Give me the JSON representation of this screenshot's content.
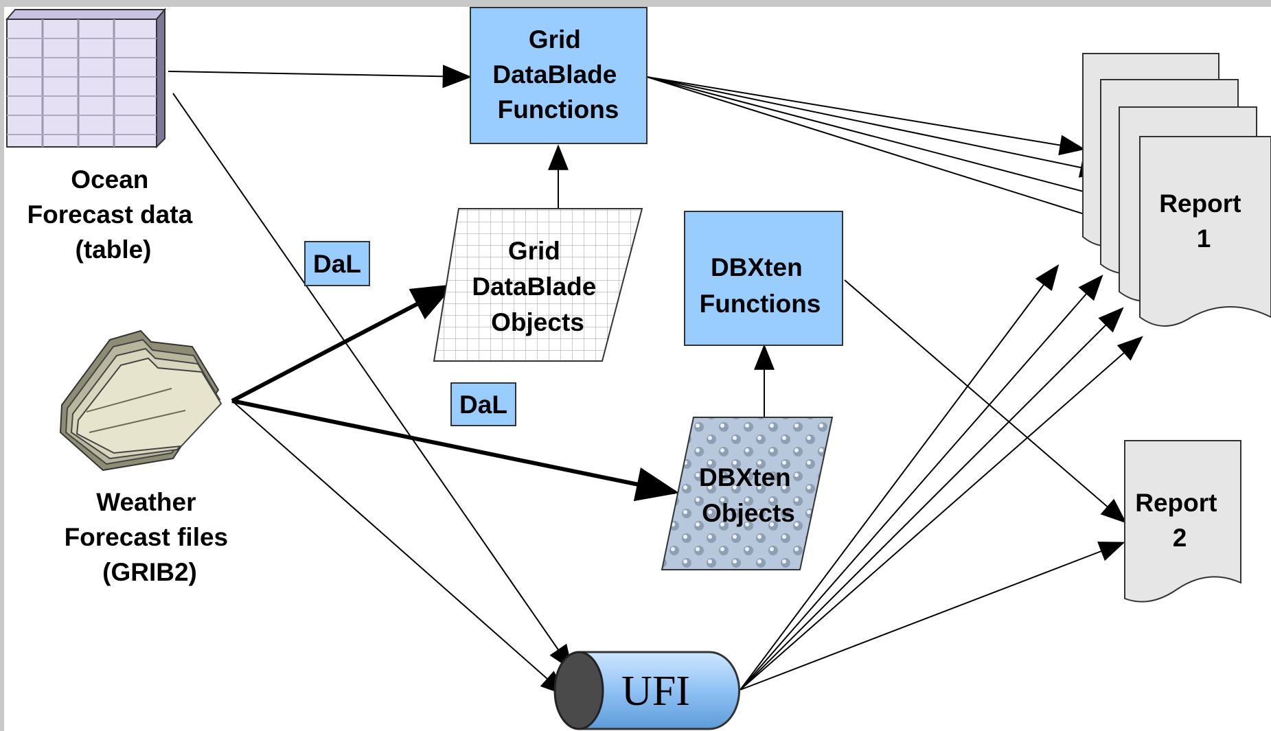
{
  "nodes": {
    "ocean_forecast": {
      "lines": [
        "Ocean",
        "Forecast data",
        "(table)"
      ]
    },
    "weather_forecast": {
      "lines": [
        "Weather",
        "Forecast files",
        "(GRIB2)"
      ]
    },
    "grid_functions": {
      "lines": [
        "Grid",
        "DataBlade",
        "Functions"
      ]
    },
    "grid_objects": {
      "lines": [
        "Grid",
        "DataBlade",
        "Objects"
      ]
    },
    "dbxten_functions": {
      "lines": [
        "DBXten",
        "Functions"
      ]
    },
    "dbxten_objects": {
      "lines": [
        "DBXten",
        "Objects"
      ]
    },
    "ufi": {
      "label": "UFI"
    },
    "report1": {
      "lines": [
        "Report",
        "1"
      ]
    },
    "report2": {
      "lines": [
        "Report",
        "2"
      ]
    }
  },
  "badges": [
    {
      "label": "DaL"
    },
    {
      "label": "DaL"
    }
  ],
  "colors": {
    "box_fill": "#99ccff",
    "report_fill": "#e6e6e6",
    "table_fill": "#e6e0f5",
    "frame": "#c8c8c8"
  }
}
